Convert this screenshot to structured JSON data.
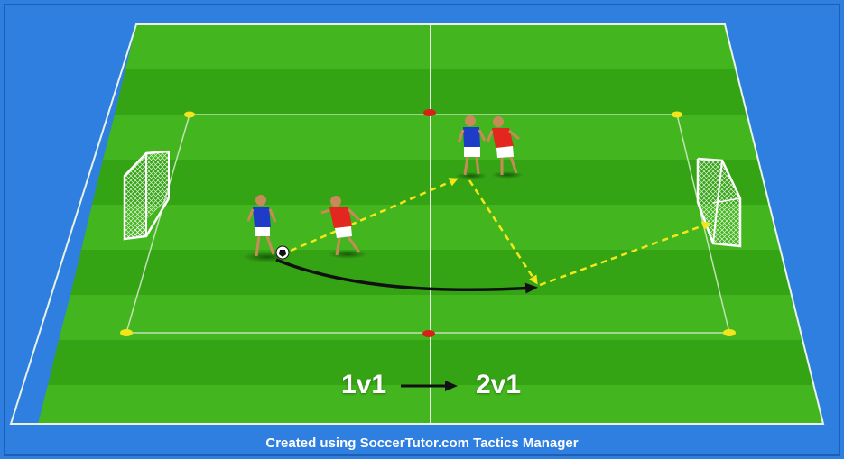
{
  "labels": {
    "left": "1v1",
    "right": "2v1"
  },
  "footer": {
    "text": "Created using SoccerTutor.com Tactics Manager"
  },
  "colors": {
    "background": "#2f7fe0",
    "grass_light": "#43b51e",
    "grass_dark": "#2f9c12",
    "line": "#e9f2e6",
    "pass_line": "#f5e61a",
    "dribble_line": "#111111",
    "team_blue": "#1f3cc8",
    "team_red": "#e3261e",
    "cone_yellow": "#f2e51b",
    "cone_red": "#d8201a"
  },
  "icons": [
    "goal-left-icon",
    "goal-right-icon",
    "ball-icon",
    "cone-icon",
    "player-icon",
    "arrow-icon"
  ]
}
